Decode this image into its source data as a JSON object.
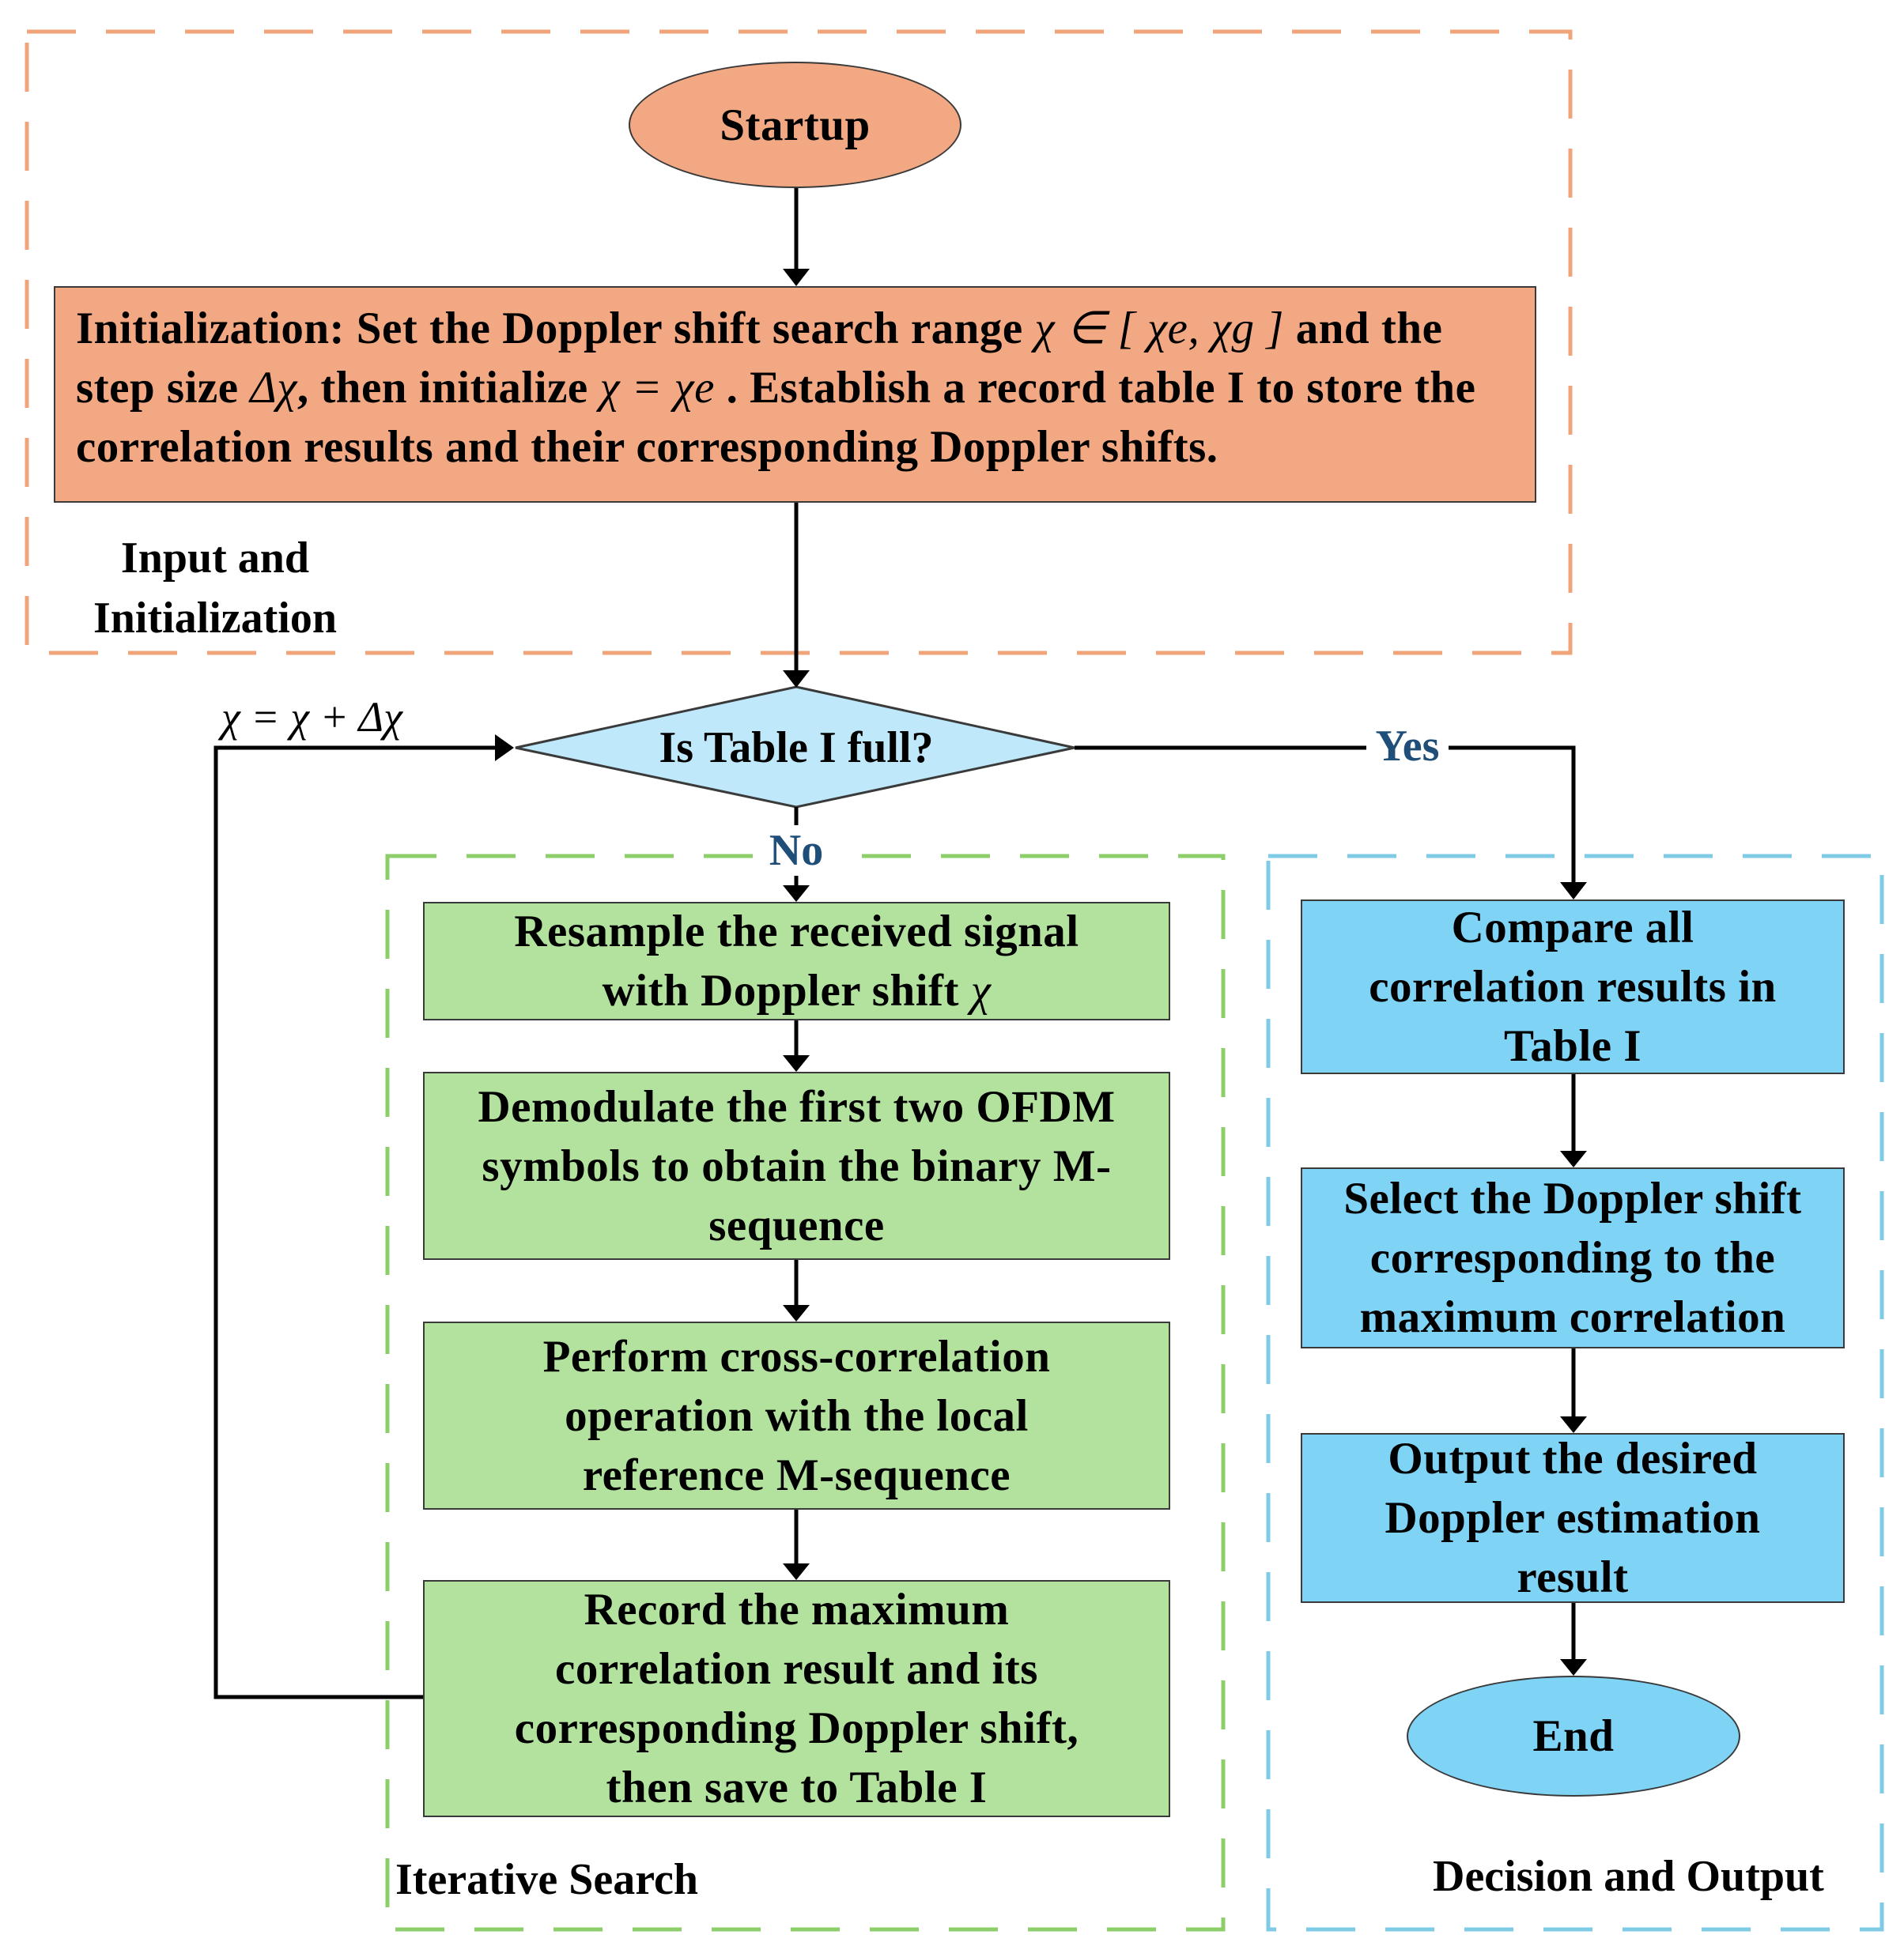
{
  "nodes": {
    "startup": "Startup",
    "init": {
      "p1": "Initialization: Set the Doppler shift search range ",
      "range_math": "χ ∈ [ χe, χg ]",
      "p2": " and the step size ",
      "step_math": "Δχ",
      "p3": ", then initialize ",
      "init_math": "χ = χe",
      "p4": " . Establish a record table I to store the correlation results and their corresponding Doppler shifts."
    },
    "decision": "Is Table I full?",
    "resample": {
      "text": "Resample the received signal with Doppler shift ",
      "math": "χ"
    },
    "demodulate": "Demodulate the first two OFDM symbols to obtain the binary M-sequence",
    "cross_corr": "Perform cross-correlation operation with the local reference M-sequence",
    "record": "Record the maximum correlation result and its corresponding Doppler shift, then save to Table I",
    "compare": "Compare all correlation results in Table I",
    "select": "Select the Doppler shift corresponding to the maximum correlation",
    "output": "Output the desired Doppler estimation result",
    "end": "End"
  },
  "edge_labels": {
    "yes": "Yes",
    "no": "No",
    "loop": "χ = χ + Δχ"
  },
  "regions": {
    "input": "Input and Initialization",
    "iterative": "Iterative Search",
    "decision_output": "Decision and Output"
  },
  "colors": {
    "orange_fill": "#f2a983",
    "orange_dash": "#f0a47a",
    "green_fill": "#b3e29e",
    "green_dash": "#8ccf6a",
    "blue_fill": "#7fd3f5",
    "blue_light": "#bfe8fa",
    "blue_dash": "#7fcbe6",
    "label_blue": "#1f4e79"
  }
}
